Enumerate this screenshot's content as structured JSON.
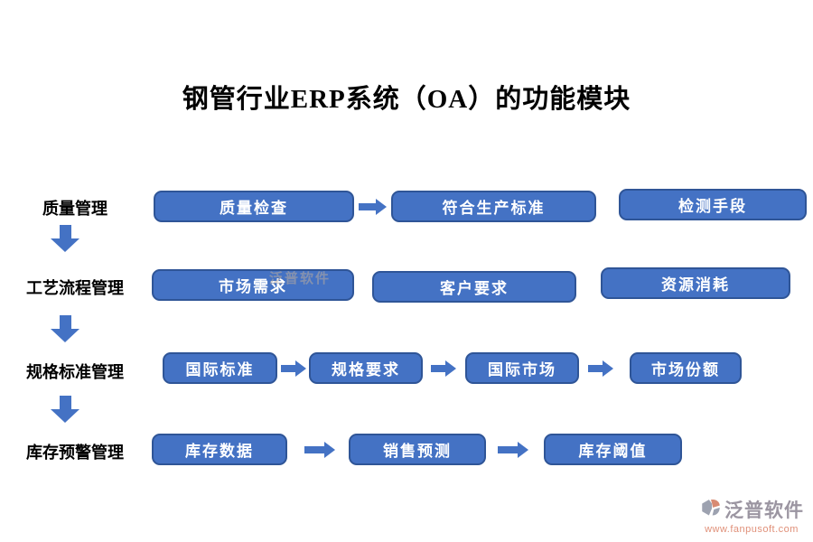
{
  "title": "钢管行业ERP系统（OA）的功能模块",
  "colors": {
    "box_fill": "#4472C4",
    "box_border": "#2F5597",
    "arrow": "#4472C4",
    "title_text": "#000000",
    "logo_text": "#9b95a1",
    "logo_url": "#e09079"
  },
  "rows": [
    {
      "label": "质量管理",
      "boxes": [
        "质量检查",
        "符合生产标准",
        "检测手段"
      ]
    },
    {
      "label": "工艺流程管理",
      "boxes": [
        "市场需求",
        "客户要求",
        "资源消耗"
      ]
    },
    {
      "label": "规格标准管理",
      "boxes": [
        "国际标准",
        "规格要求",
        "国际市场",
        "市场份额"
      ]
    },
    {
      "label": "库存预警管理",
      "boxes": [
        "库存数据",
        "销售预测",
        "库存阈值"
      ]
    }
  ],
  "watermark": {
    "text": "泛普软件"
  },
  "logo": {
    "name": "泛普软件",
    "url": "www.fanpusoft.com"
  }
}
